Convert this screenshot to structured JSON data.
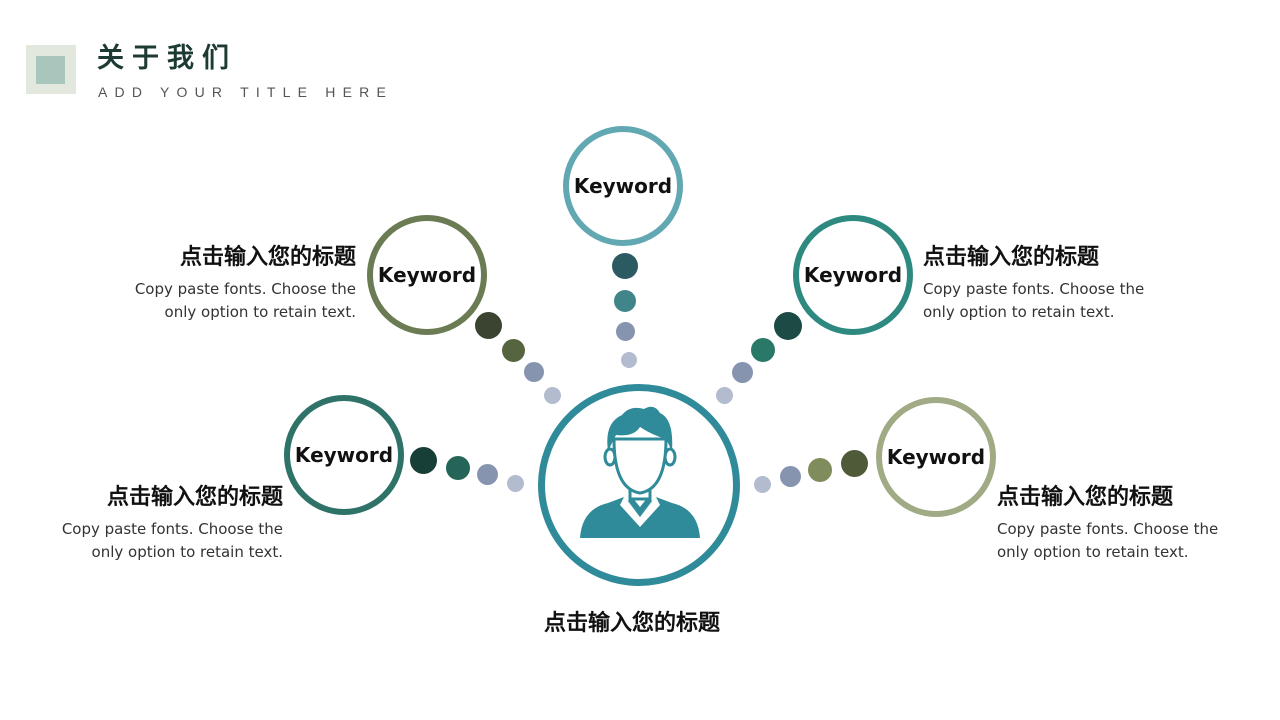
{
  "header": {
    "title": "关于我们",
    "subtitle": "ADD YOUR TITLE HERE"
  },
  "colors": {
    "teal_center": "#2f8b99",
    "ring_top": "#62a8b2",
    "ring_upper_left": "#6b7c54",
    "ring_upper_right": "#2e8a80",
    "ring_lower_left": "#2e7268",
    "ring_lower_right": "#a0ab86"
  },
  "diagram": {
    "center_icon": "person-icon",
    "center_heading": "点击输入您的标题",
    "nodes": [
      {
        "keyword": "Keyword"
      },
      {
        "keyword": "Keyword",
        "heading": "点击输入您的标题",
        "desc": "Copy paste fonts. Choose the only option to retain text."
      },
      {
        "keyword": "Keyword",
        "heading": "点击输入您的标题",
        "desc": "Copy paste fonts. Choose the only option to retain text."
      },
      {
        "keyword": "Keyword",
        "heading": "点击输入您的标题",
        "desc": "Copy paste fonts. Choose the only option to retain text."
      },
      {
        "keyword": "Keyword",
        "heading": "点击输入您的标题",
        "desc": "Copy paste fonts. Choose the only option to retain text."
      }
    ]
  }
}
